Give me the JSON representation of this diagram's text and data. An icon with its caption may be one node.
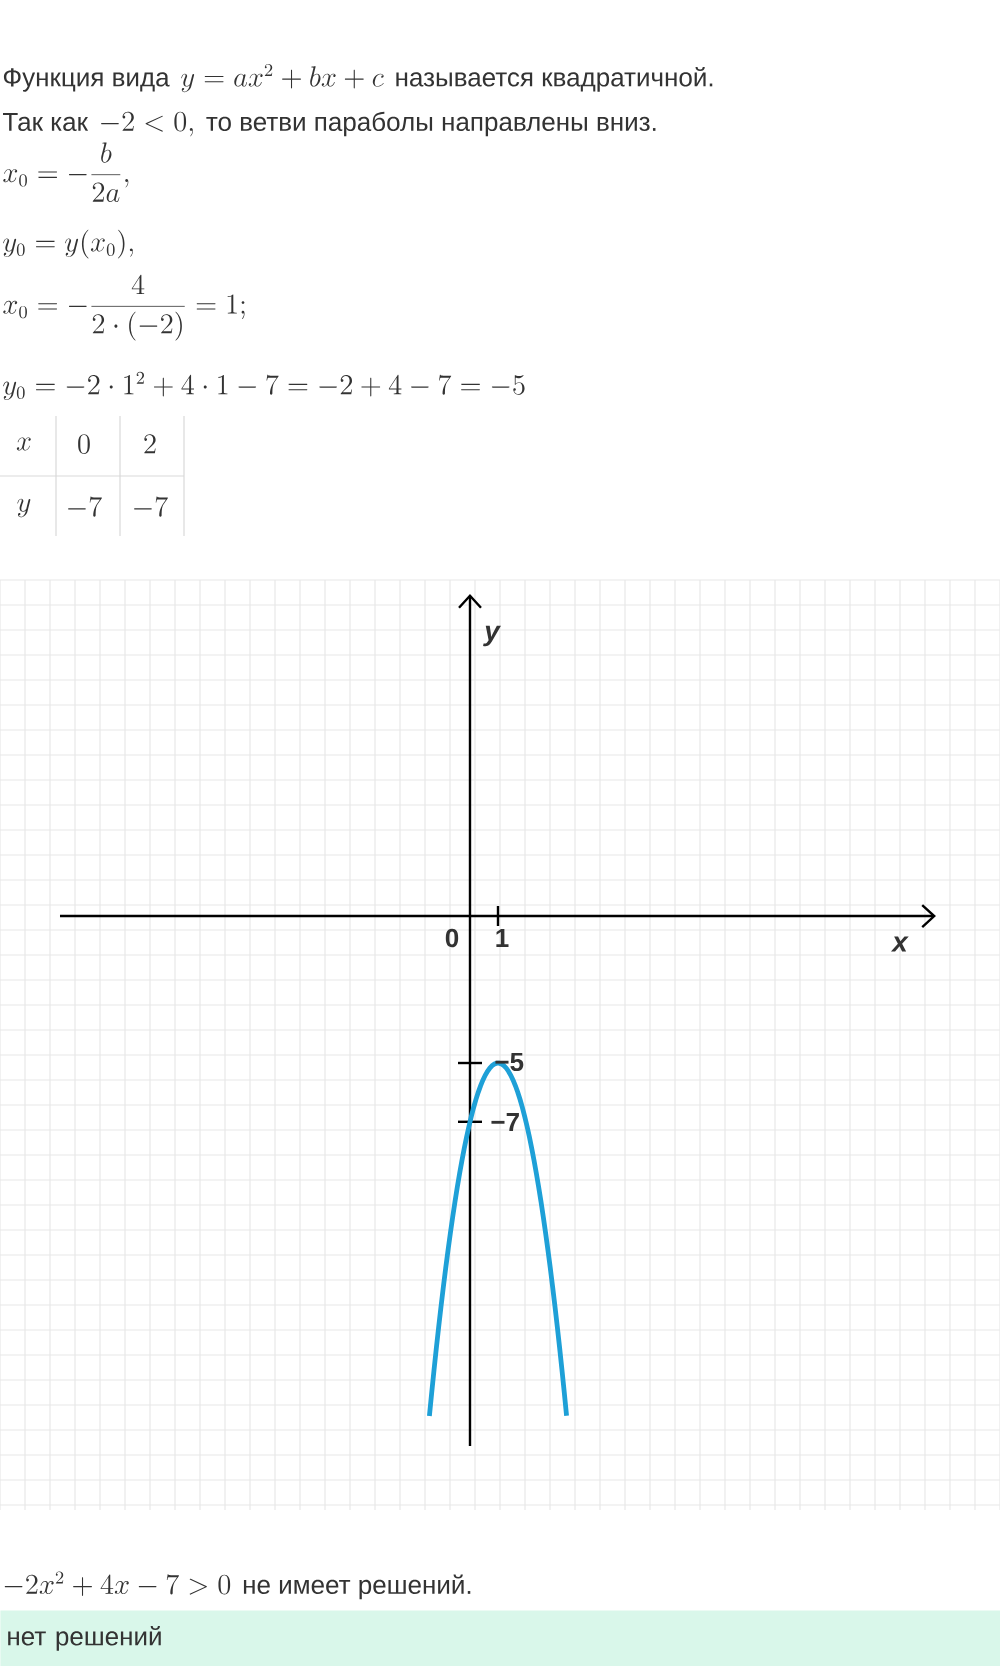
{
  "diagram": {
    "nodes": [
      {
        "text": [
          "нет решений"
        ]
      }
    ],
    "labels": [
      "Функция вида",
      "y=ax^2+bx+c",
      "называется квадратичной.",
      "Так как",
      "-2<0,",
      "то ветви параболы направлены вниз.",
      "x_0=-\\frac{b}{2a},",
      "y_0=y(x_0),",
      "x_0=-\\frac{4}{2\\cdot(-2)}=1;",
      "y_0=-2\\cdot 1^2+4\\cdot 1-7=-2+4-7=-5",
      "x",
      "0",
      "2",
      "y",
      "-7",
      "-7",
      "y",
      "0",
      "1",
      "x",
      "−5",
      "−7",
      "-2x^2+4x-7>0",
      "не имеет решений."
    ]
  }
}
